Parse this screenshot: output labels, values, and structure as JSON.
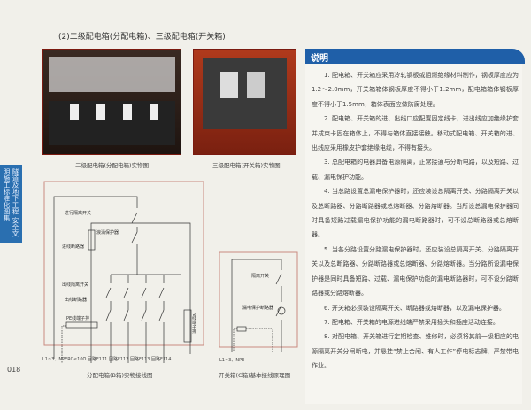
{
  "heading": "(2)二级配电箱(分配电箱)、三级配电箱(开关箱)",
  "side_tab": "隧道及地下工程 安全文明施工标准化图集",
  "page_number": "018",
  "photos": {
    "caption_1": "二级配电箱(分配电箱)实物图",
    "caption_2": "三级配电箱(开关箱)实物图"
  },
  "diagram_b": {
    "caption": "分配电箱(B箱)实物接线图",
    "labels": {
      "incoming_switch": "进行隔离开关",
      "surge": "浪涌保护器",
      "incoming_breaker": "进线断路器",
      "outgoing_switch": "出线隔离开关",
      "outgoing_breaker": "出线断路器",
      "pe_bar": "PE线端子排",
      "n_bar": "N线端子排"
    },
    "bottom": "L1~3、NPERC≤10Ω  回路F111  回路F112  回路F113  回路F114"
  },
  "diagram_c": {
    "caption": "开关箱(C箱)基本接线原理图",
    "labels": {
      "switch": "隔离开关",
      "rcd": "漏电保护断路器"
    },
    "bottom": "L1~3、NPE"
  },
  "notes": {
    "title": "说明",
    "items": [
      "1. 配电箱、开关箱应采用冷轧钢板或阻燃绝缘材料制作，钢板厚度应为1.2～2.0mm，开关箱箱体钢板厚度不得小于1.2mm，配电箱箱体钢板厚度不得小于1.5mm，箱体表面应做防腐处理。",
      "2. 配电箱、开关箱的进、出线口应配置固定线卡，进出线应加绝缘护套并成束卡固在箱体上，不得与箱体直接接触。移动式配电箱、开关箱的进、出线应采用橡皮护套绝缘电缆，不得有接头。",
      "3. 总配电箱的电器具备电源隔离，正常接通与分断电路，以及短路、过载、漏电保护功能。",
      "4. 当总路设置总漏电保护器时，还应装设总隔离开关、分路隔离开关以及总断路器、分路断路器或总熔断器、分路熔断器。当所设总漏电保护器同时具备短路过载漏电保护功能的漏电断路器时，可不设总断路器或总熔断器。",
      "5. 当各分路设置分路漏电保护器时，还应装设总隔离开关、分路隔离开关以及总断路器、分路断路器或总熔断器、分路熔断器。当分路所设漏电保护器是同时具备短路、过载、漏电保护功能的漏电断路器时，可不设分路断路器或分路熔断器。",
      "6. 开关箱必须装设隔离开关、断路器或熔断器，以及漏电保护器。",
      "7. 配电箱、开关箱的电源进线端严禁采用插头和插座活动连接。",
      "8. 对配电箱、开关箱进行定期检查、维修时，必须将其前一级相应的电源隔离开关分闸断电，并悬挂“禁止合闸、有人工作”停电标志牌，严禁带电作业。"
    ]
  },
  "colors": {
    "accent": "#1f5fa8",
    "frame": "#c98a80"
  }
}
